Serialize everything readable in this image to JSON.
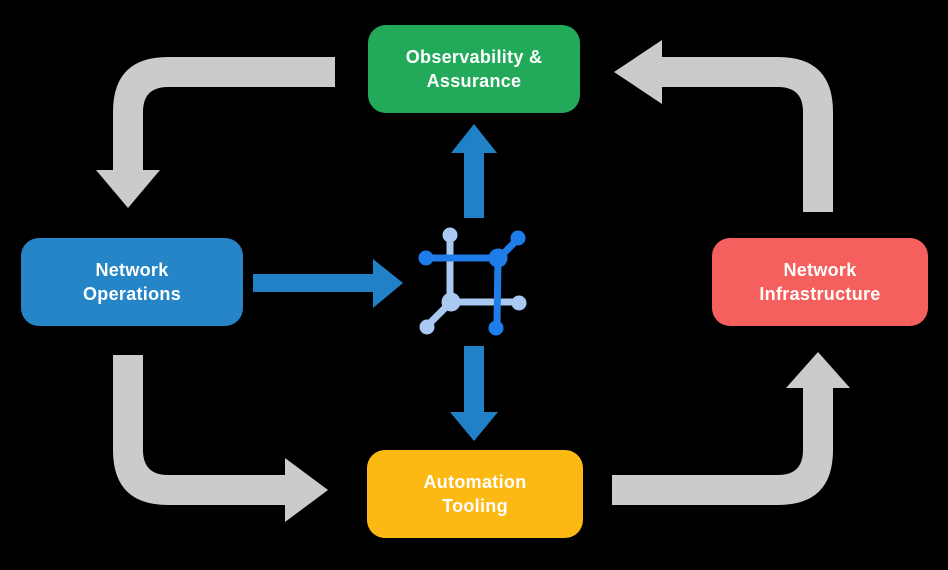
{
  "diagram": {
    "description": "Closed-loop network automation cycle diagram with central platform icon",
    "boxes": {
      "observability": {
        "line1": "Observability &",
        "line2": "Assurance"
      },
      "operations": {
        "line1": "Network",
        "line2": "Operations"
      },
      "infrastructure": {
        "line1": "Network",
        "line2": "Infrastructure"
      },
      "automation": {
        "line1": "Automation",
        "line2": "Tooling"
      }
    },
    "flows": [
      "Observability & Assurance -> Network Operations",
      "Network Operations -> Automation Tooling",
      "Automation Tooling -> Network Infrastructure",
      "Network Infrastructure -> Observability & Assurance",
      "Network Operations -> central platform icon",
      "central platform icon -> Observability & Assurance",
      "central platform icon -> Automation Tooling"
    ],
    "center_icon": "network-platform-chip"
  },
  "colors": {
    "background": "#000000",
    "arrow_gray": "#CBCBCB",
    "arrow_blue": "#2181C6",
    "box_green": "#22AA5A",
    "box_blue": "#2585C7",
    "box_red": "#F55F5E",
    "box_yellow": "#FCB813",
    "text": "#FFFFFF",
    "icon_blue": "#1E7DE8",
    "icon_light_blue": "#A9C9F2"
  }
}
